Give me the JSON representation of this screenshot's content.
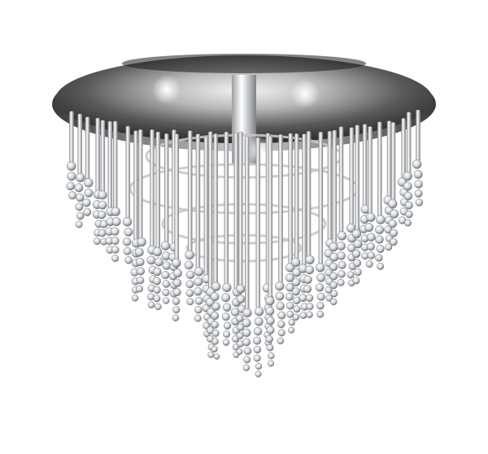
{
  "image": {
    "subject": "crystal-chandelier",
    "palette": {
      "background": "#ffffff",
      "canopy_dark": "#2b2b2b",
      "canopy_mid": "#6e6e6e",
      "canopy_light": "#d9d9d9",
      "chrome": "#c8c8c8",
      "crystal": "#e8eaec",
      "crystal_edge": "#8a8d90",
      "glow": "#ffffff"
    },
    "crystal_strand_count": 46,
    "bulb_count": 3
  }
}
